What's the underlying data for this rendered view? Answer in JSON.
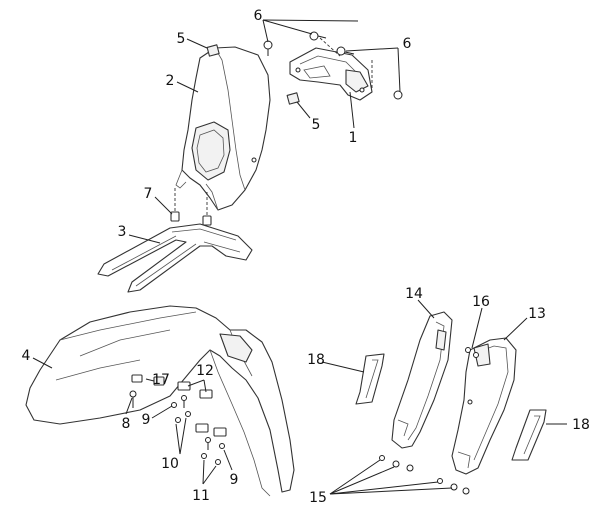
{
  "callouts": {
    "c1": "1",
    "c2": "2",
    "c3": "3",
    "c4": "4",
    "c5a": "5",
    "c5b": "5",
    "c6a": "6",
    "c6b": "6",
    "c7": "7",
    "c8": "8",
    "c9a": "9",
    "c9b": "9",
    "c10": "10",
    "c11": "11",
    "c12": "12",
    "c13": "13",
    "c14": "14",
    "c15": "15",
    "c16": "16",
    "c17": "17",
    "c18a": "18",
    "c18b": "18"
  },
  "colors": {
    "line": "#333333",
    "background": "#ffffff"
  }
}
